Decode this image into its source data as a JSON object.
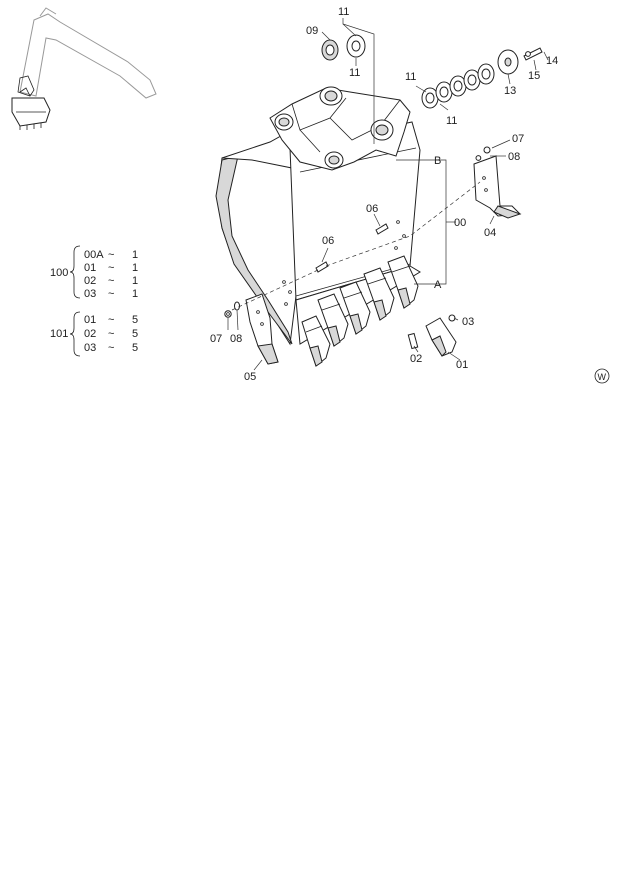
{
  "callouts": {
    "c09": "09",
    "c11a": "11",
    "c11b": "11",
    "c11c": "11",
    "c11d": "11",
    "c13": "13",
    "c14": "14",
    "c15": "15",
    "c07a": "07",
    "c08a": "08",
    "cB": "B",
    "c00": "00",
    "c06a": "06",
    "c04": "04",
    "c06b": "06",
    "cA": "A",
    "c03": "03",
    "c07b": "07",
    "c08b": "08",
    "c02": "02",
    "c01": "01",
    "c05": "05",
    "cW": "W"
  },
  "legend100": {
    "group": "100",
    "rows": [
      {
        "code": "00A",
        "sep": "~",
        "qty": "1"
      },
      {
        "code": "01",
        "sep": "~",
        "qty": "1"
      },
      {
        "code": "02",
        "sep": "~",
        "qty": "1"
      },
      {
        "code": "03",
        "sep": "~",
        "qty": "1"
      }
    ]
  },
  "legend101": {
    "group": "101",
    "rows": [
      {
        "code": "01",
        "sep": "~",
        "qty": "5"
      },
      {
        "code": "02",
        "sep": "~",
        "qty": "5"
      },
      {
        "code": "03",
        "sep": "~",
        "qty": "5"
      }
    ]
  },
  "colors": {
    "line": "#222222",
    "shade": "#d8d8d8",
    "background": "#ffffff"
  }
}
